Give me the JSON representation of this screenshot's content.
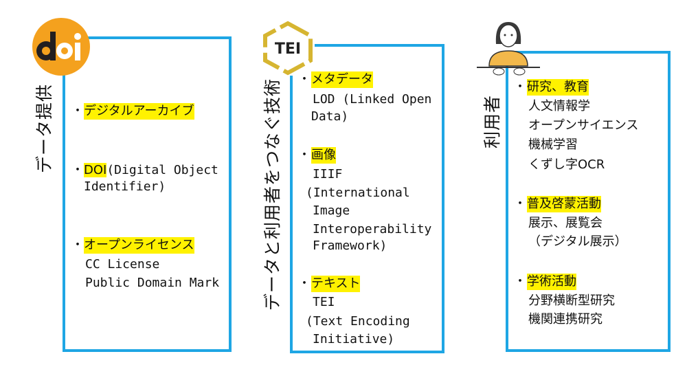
{
  "colors": {
    "box_border": "#1ea6e4",
    "highlight": "#fff200",
    "doi_logo": "#f4a11e",
    "tei_logo": "#d6b531"
  },
  "logos": {
    "doi": "doi",
    "tei": "TEI"
  },
  "columns": [
    {
      "label": "データ提供",
      "items": [
        {
          "heading": "デジタルアーカイブ",
          "lines": []
        },
        {
          "heading": "DOI",
          "heading_suffix": "(Digital Object",
          "lines": [
            "Identifier)"
          ]
        },
        {
          "heading": "オープンライセンス",
          "lines": [
            "CC License",
            "Public Domain Mark"
          ]
        }
      ]
    },
    {
      "label": "データと利用者をつなぐ技術",
      "items": [
        {
          "heading": "メタデータ",
          "lines": [
            "LOD (Linked Open",
            "Data)"
          ]
        },
        {
          "heading": "画像",
          "lines": [
            "IIIF",
            "(International",
            "Image",
            "Interoperability",
            "Framework)"
          ]
        },
        {
          "heading": "テキスト",
          "lines": [
            "TEI",
            "(Text Encoding",
            "Initiative)"
          ]
        }
      ]
    },
    {
      "label": "利用者",
      "items": [
        {
          "heading": "研究、教育",
          "lines": [
            "人文情報学",
            "オープンサイエンス",
            "機械学習",
            "くずし字OCR"
          ]
        },
        {
          "heading": "普及啓蒙活動",
          "lines": [
            "展示、展覧会",
            "（デジタル展示）"
          ]
        },
        {
          "heading": "学術活動",
          "lines": [
            "分野横断型研究",
            "機関連携研究"
          ]
        }
      ]
    }
  ]
}
